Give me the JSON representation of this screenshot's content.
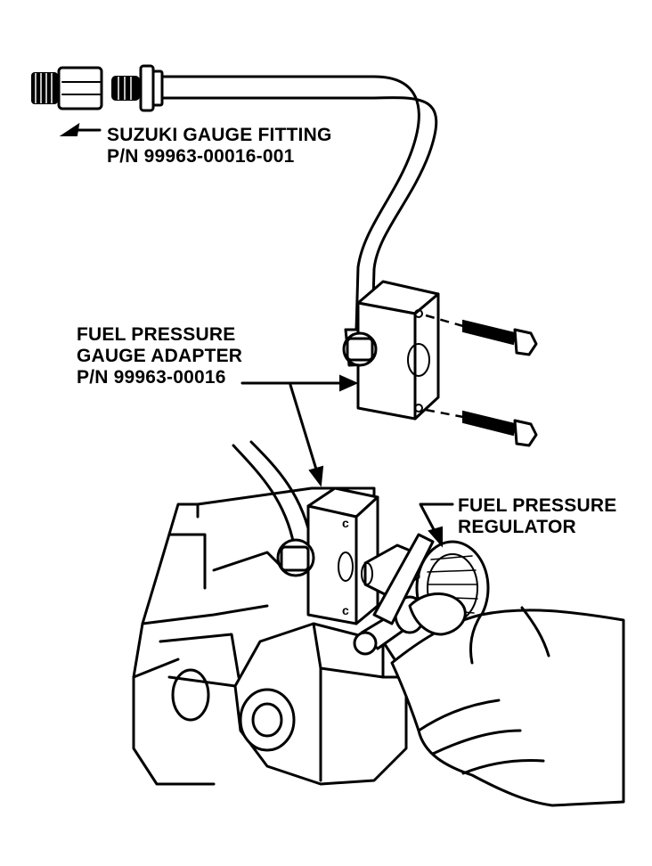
{
  "labels": {
    "gauge_fitting": {
      "line1": "SUZUKI GAUGE FITTING",
      "line2": "P/N 99963-00016-001"
    },
    "adapter": {
      "line1": "FUEL PRESSURE",
      "line2": "GAUGE ADAPTER",
      "line3": "P/N 99963-00016"
    },
    "regulator": {
      "line1": "FUEL PRESSURE",
      "line2": "REGULATOR"
    }
  },
  "colors": {
    "ink": "#000000",
    "paper": "#ffffff"
  }
}
